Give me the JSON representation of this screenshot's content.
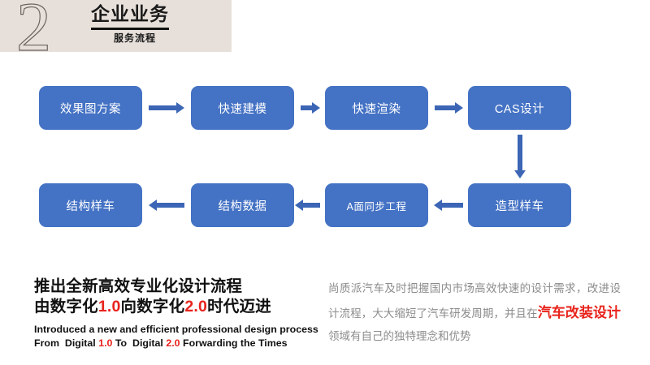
{
  "header": {
    "number": "2",
    "title": "企业业务",
    "subtitle": "服务流程",
    "band_color": "#e7e0da"
  },
  "flow": {
    "node_color": "#4472c4",
    "arrow_color": "#3c66b5",
    "row1": [
      {
        "label": "效果图方案"
      },
      {
        "label": "快速建模"
      },
      {
        "label": "快速渲染"
      },
      {
        "label": "CAS设计"
      }
    ],
    "row2": [
      {
        "label": "结构样车"
      },
      {
        "label": "结构数据"
      },
      {
        "label": "A面同步工程"
      },
      {
        "label": "造型样车"
      }
    ],
    "arrows": [
      {
        "name": "arrow-xiaoguotu-to-jianmo",
        "direction": "right"
      },
      {
        "name": "arrow-jianmo-to-xuanran",
        "direction": "right"
      },
      {
        "name": "arrow-xuanran-to-cas",
        "direction": "right"
      },
      {
        "name": "arrow-cas-to-zaoxing",
        "direction": "down"
      },
      {
        "name": "arrow-zaoxing-to-amian",
        "direction": "left"
      },
      {
        "name": "arrow-amian-to-jiegoushuju",
        "direction": "left"
      },
      {
        "name": "arrow-jiegoushuju-to-jiegouyangche",
        "direction": "left"
      }
    ]
  },
  "footer": {
    "headline_line1": "推出全新高效专业化设计流程",
    "headline_line2_a": "由数字化",
    "headline_line2_red1": "1.0",
    "headline_line2_b": "向数字化",
    "headline_line2_red2": "2.0",
    "headline_line2_c": "时代迈进",
    "english_line1": "Introduced a new and efficient professional design process",
    "english_line2_a": "From",
    "english_line2_b": "Digital",
    "english_line2_red1": "1.0",
    "english_line2_c": "To",
    "english_line2_d": "Digital",
    "english_line2_red2": "2.0",
    "english_line2_e": "Forwarding the Times",
    "paragraph_part1": "尚质派汽车及时把握国内市场高效快速的设计需求，改进设计流程，大大缩短了汽车研发周期，并且在",
    "paragraph_emphasis": "汽车改装设计",
    "paragraph_part2": "领域有自己的独特理念和优势",
    "red_color": "#e8231c",
    "body_color": "#8c8c8c"
  }
}
